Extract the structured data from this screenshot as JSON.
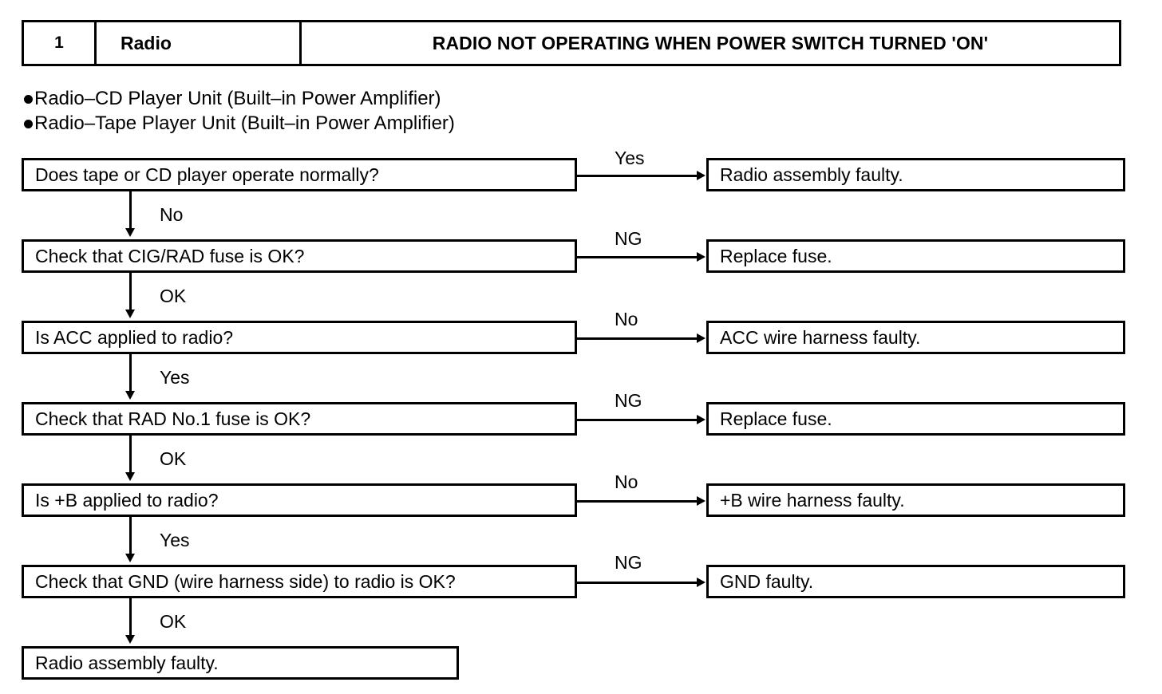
{
  "header": {
    "number": "1",
    "component": "Radio",
    "title": "RADIO NOT OPERATING WHEN POWER SWITCH TURNED 'ON'"
  },
  "bullets": [
    "Radio–CD Player Unit (Built–in Power Amplifier)",
    "Radio–Tape Player Unit (Built–in Power Amplifier)"
  ],
  "flow": {
    "steps": [
      {
        "question": "Does tape or CD player operate normally?",
        "branch_label": "Yes",
        "branch_result": "Radio assembly faulty.",
        "next_label": "No"
      },
      {
        "question": "Check that CIG/RAD fuse is OK?",
        "branch_label": "NG",
        "branch_result": "Replace fuse.",
        "next_label": "OK"
      },
      {
        "question": "Is ACC applied to radio?",
        "branch_label": "No",
        "branch_result": "ACC wire harness faulty.",
        "next_label": "Yes"
      },
      {
        "question": "Check that RAD No.1 fuse is OK?",
        "branch_label": "NG",
        "branch_result": "Replace fuse.",
        "next_label": "OK"
      },
      {
        "question": "Is +B applied to radio?",
        "branch_label": "No",
        "branch_result": "+B wire harness faulty.",
        "next_label": "Yes"
      },
      {
        "question": "Check that GND (wire harness side) to radio is OK?",
        "branch_label": "NG",
        "branch_result": "GND faulty.",
        "next_label": "OK"
      }
    ],
    "terminal": "Radio assembly faulty."
  },
  "colors": {
    "ink": "#000000",
    "paper": "#ffffff"
  }
}
